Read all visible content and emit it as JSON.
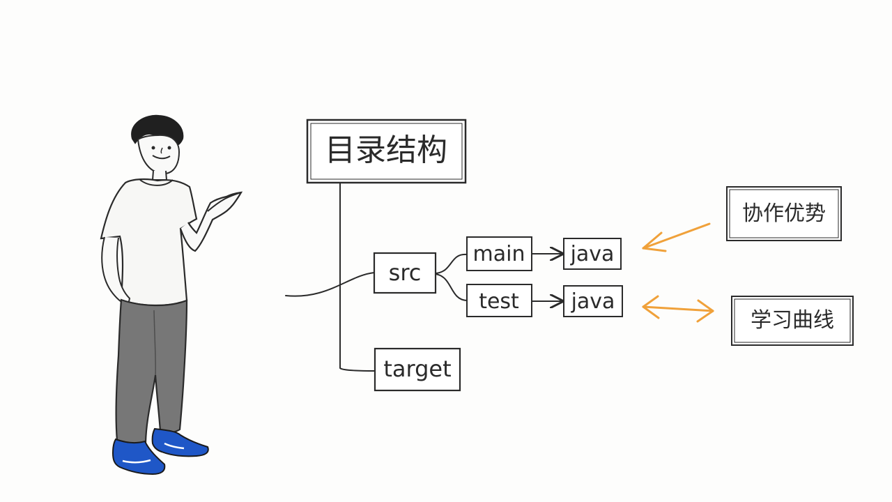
{
  "diagram": {
    "root_label": "目录结构",
    "src_label": "src",
    "main_label": "main",
    "test_label": "test",
    "main_java_label": "java",
    "test_java_label": "java",
    "target_label": "target",
    "collab_label": "协作优势",
    "learning_label": "学习曲线"
  },
  "colors": {
    "ink": "#2a2a2a",
    "accent_arrow": "#f0a13a",
    "shirt": "#f7f7f5",
    "pants": "#777777",
    "shoes": "#1f57c7",
    "hair": "#202020"
  },
  "icons": {
    "person": "person-pointing-illustration",
    "arrow_collab": "orange-arrow-left",
    "arrow_learning": "orange-double-arrow"
  }
}
